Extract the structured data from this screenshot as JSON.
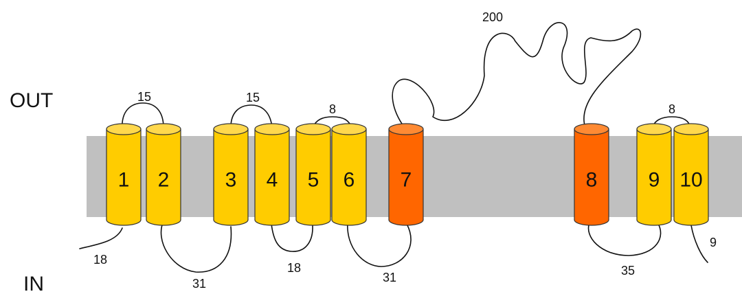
{
  "labels": {
    "outside": "OUT",
    "inside": "IN"
  },
  "colors": {
    "membrane": "#c0c0c0",
    "helix_standard": "#ffcc00",
    "helix_standard_top": "#ffd84d",
    "helix_highlight": "#ff6600",
    "helix_highlight_top": "#ff8a33"
  },
  "helices": [
    {
      "label": "1",
      "type": "standard"
    },
    {
      "label": "2",
      "type": "standard"
    },
    {
      "label": "3",
      "type": "standard"
    },
    {
      "label": "4",
      "type": "standard"
    },
    {
      "label": "5",
      "type": "standard"
    },
    {
      "label": "6",
      "type": "standard"
    },
    {
      "label": "7",
      "type": "highlight"
    },
    {
      "label": "8",
      "type": "highlight"
    },
    {
      "label": "9",
      "type": "standard"
    },
    {
      "label": "10",
      "type": "standard"
    }
  ],
  "loops": [
    {
      "name": "n-terminus",
      "length": "18"
    },
    {
      "name": "loop-1-2",
      "length": "15"
    },
    {
      "name": "loop-2-3",
      "length": "31"
    },
    {
      "name": "loop-3-4",
      "length": "15"
    },
    {
      "name": "loop-4-5",
      "length": "18"
    },
    {
      "name": "loop-5-6",
      "length": "8"
    },
    {
      "name": "loop-6-7",
      "length": "31"
    },
    {
      "name": "loop-7-8",
      "length": "200"
    },
    {
      "name": "loop-8-9",
      "length": "35"
    },
    {
      "name": "loop-9-10",
      "length": "8"
    },
    {
      "name": "c-terminus",
      "length": "9"
    }
  ]
}
